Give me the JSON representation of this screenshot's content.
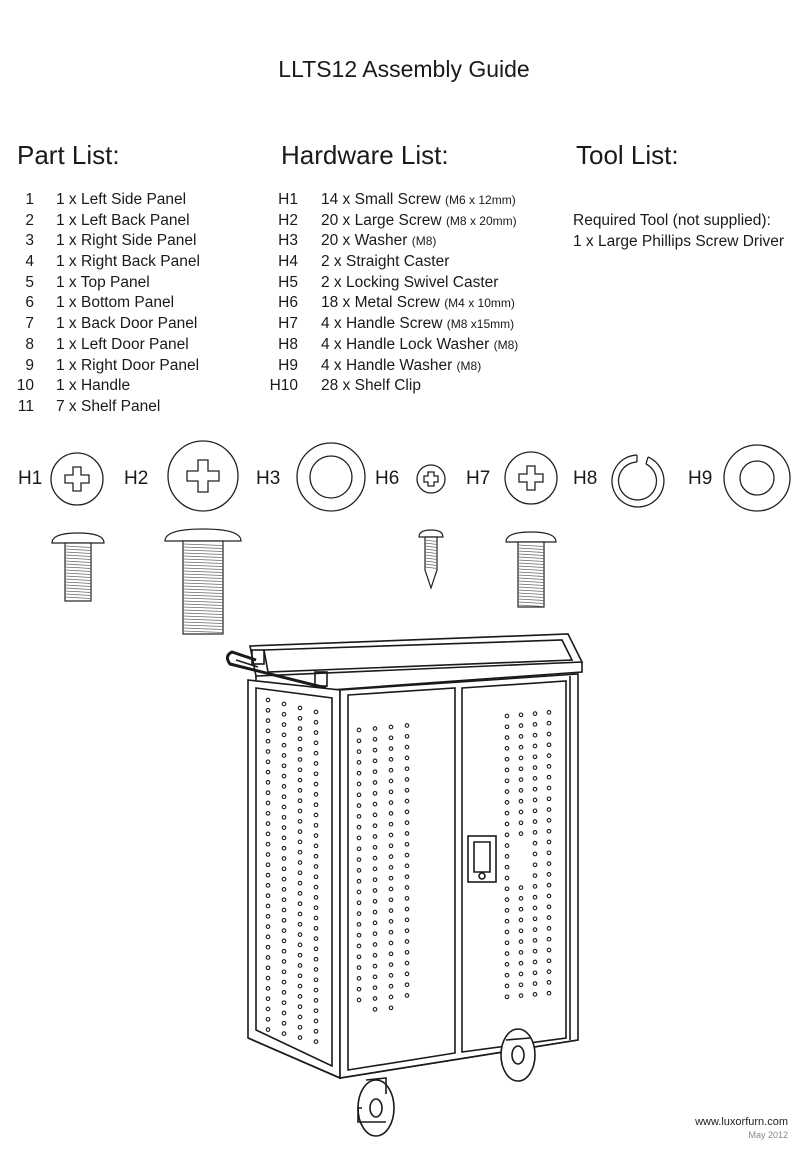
{
  "title": "LLTS12 Assembly Guide",
  "sections": {
    "parts_heading": "Part List:",
    "hardware_heading": "Hardware List:",
    "tools_heading": "Tool List:"
  },
  "parts": [
    {
      "num": "1",
      "text": "1 x Left Side Panel"
    },
    {
      "num": "2",
      "text": "1 x Left Back Panel"
    },
    {
      "num": "3",
      "text": "1 x Right Side Panel"
    },
    {
      "num": "4",
      "text": "1 x Right Back Panel"
    },
    {
      "num": "5",
      "text": "1 x Top Panel"
    },
    {
      "num": "6",
      "text": "1 x Bottom Panel"
    },
    {
      "num": "7",
      "text": "1 x Back Door Panel"
    },
    {
      "num": "8",
      "text": "1 x Left Door Panel"
    },
    {
      "num": "9",
      "text": "1 x Right Door Panel"
    },
    {
      "num": "10",
      "text": "1 x Handle"
    },
    {
      "num": "11",
      "text": "7 x Shelf Panel"
    }
  ],
  "hardware": [
    {
      "code": "H1",
      "text": "14 x Small Screw ",
      "spec": "(M6 x  12mm)"
    },
    {
      "code": "H2",
      "text": "20 x Large Screw ",
      "spec": "(M8 x 20mm)"
    },
    {
      "code": "H3",
      "text": "20 x Washer ",
      "spec": "(M8)"
    },
    {
      "code": "H4",
      "text": "2 x Straight Caster",
      "spec": ""
    },
    {
      "code": "H5",
      "text": "2 x Locking Swivel Caster",
      "spec": ""
    },
    {
      "code": "H6",
      "text": "18 x Metal Screw ",
      "spec": "(M4 x 10mm)"
    },
    {
      "code": "H7",
      "text": "4 x Handle Screw ",
      "spec": "(M8 x15mm)"
    },
    {
      "code": "H8",
      "text": "4 x Handle Lock Washer ",
      "spec": "(M8)"
    },
    {
      "code": "H9",
      "text": "4 x Handle Washer ",
      "spec": "(M8)"
    },
    {
      "code": "H10",
      "text": "28 x Shelf Clip",
      "spec": ""
    }
  ],
  "tools": {
    "required_label": "Required Tool (not supplied):",
    "item": "1 x Large Phillips Screw Driver"
  },
  "hardware_labels": {
    "h1": "H1",
    "h2": "H2",
    "h3": "H3",
    "h6": "H6",
    "h7": "H7",
    "h8": "H8",
    "h9": "H9"
  },
  "footer": {
    "url": "www.luxorfurn.com",
    "date": "May 2012"
  }
}
